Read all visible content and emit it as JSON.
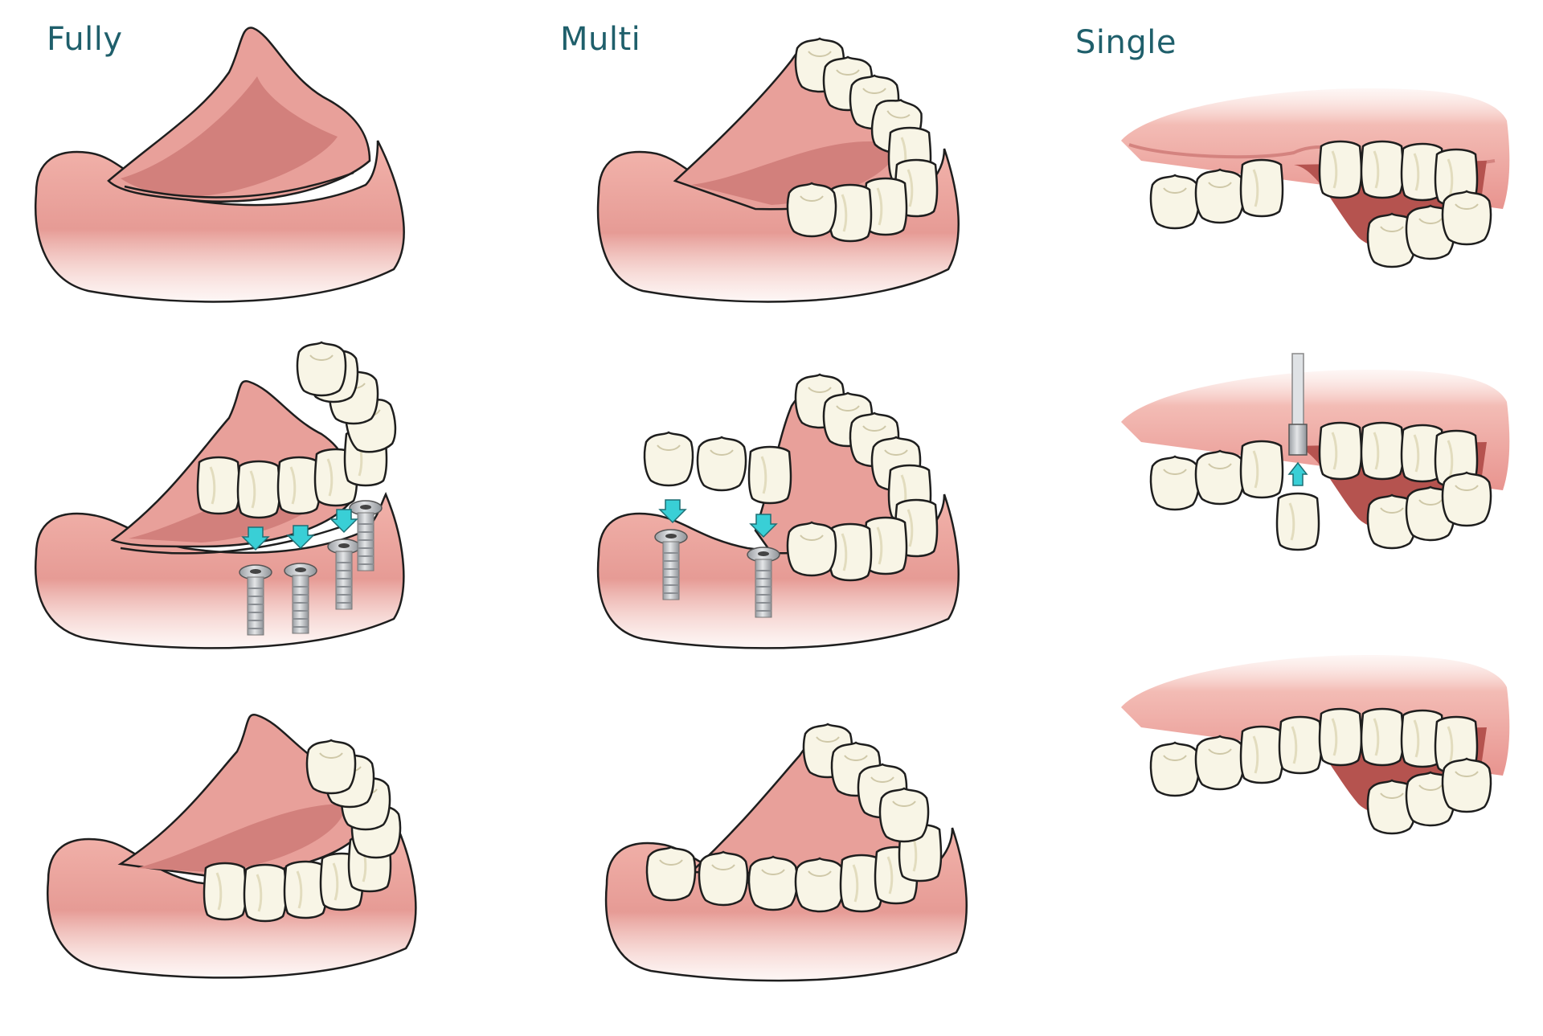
{
  "columns": [
    {
      "id": "fully",
      "title": "Fully"
    },
    {
      "id": "multi",
      "title": "Multi"
    },
    {
      "id": "single",
      "title": "Single"
    }
  ],
  "colors": {
    "gum": "#e8a09a",
    "gum_dark": "#d9837f",
    "gum_light": "#f6cdc6",
    "tongue_floor": "#cf7b78",
    "tooth": "#f8f5e6",
    "tooth_shade": "#e7e1c6",
    "outline": "#1e1e1e",
    "implant": "#b8bcc0",
    "arrow": "#39cfd6",
    "title": "#1f5f6b"
  }
}
